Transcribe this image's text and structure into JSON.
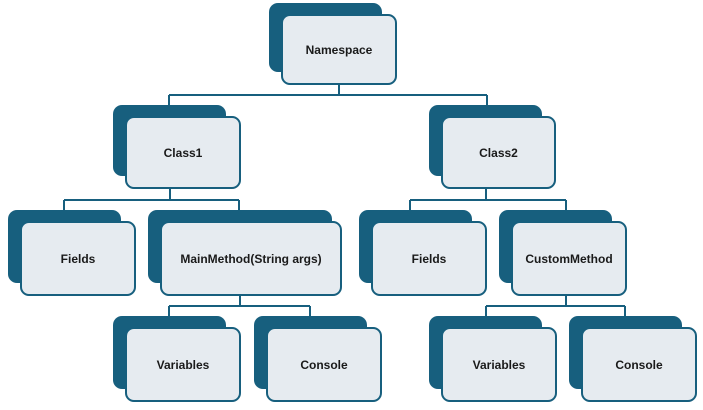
{
  "diagram": {
    "root": "Namespace",
    "class1": {
      "label": "Class1",
      "fields": "Fields",
      "method": "MainMethod(String args)",
      "method_children": [
        "Variables",
        "Console"
      ]
    },
    "class2": {
      "label": "Class2",
      "fields": "Fields",
      "method": "CustomMethod",
      "method_children": [
        "Variables",
        "Console"
      ]
    }
  },
  "colors": {
    "box_shadow": "#175f7e",
    "box_fill": "#e6ebf0",
    "box_border": "#175f7e",
    "connector": "#175f7e"
  }
}
